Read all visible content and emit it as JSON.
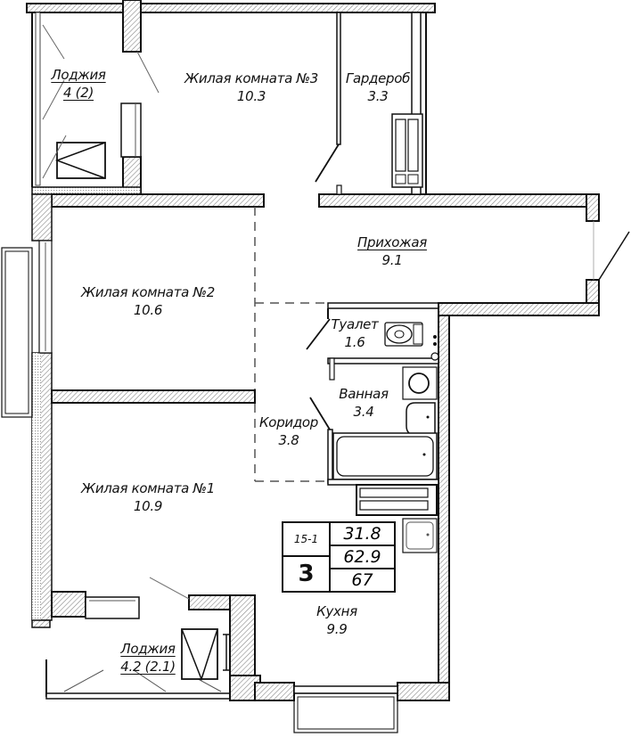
{
  "plan": {
    "type": "apartment-floor-plan",
    "rooms": [
      {
        "id": "loggia-top",
        "name": "Лоджия",
        "area": "4 (2)",
        "underlined": true
      },
      {
        "id": "living-3",
        "name": "Жилая комната №3",
        "area": "10.3"
      },
      {
        "id": "wardrobe",
        "name": "Гардероб",
        "area": "3.3"
      },
      {
        "id": "hallway",
        "name": "Прихожая",
        "area": "9.1",
        "underlined": true
      },
      {
        "id": "living-2",
        "name": "Жилая комната №2",
        "area": "10.6"
      },
      {
        "id": "toilet",
        "name": "Туалет",
        "area": "1.6"
      },
      {
        "id": "bathroom",
        "name": "Ванная",
        "area": "3.4"
      },
      {
        "id": "corridor",
        "name": "Коридор",
        "area": "3.8"
      },
      {
        "id": "living-1",
        "name": "Жилая комната №1",
        "area": "10.9"
      },
      {
        "id": "kitchen",
        "name": "Кухня",
        "area": "9.9"
      },
      {
        "id": "loggia-bottom",
        "name": "Лоджия",
        "area": "4.2 (2.1)",
        "underlined": true
      }
    ],
    "info_table": {
      "section": "15-1",
      "rooms_count": "3",
      "living_area": "31.8",
      "total_area": "62.9",
      "total_area_with_loggia": "67"
    }
  },
  "colors": {
    "wall": "#111111",
    "hatch": "#777777",
    "background": "#ffffff"
  }
}
